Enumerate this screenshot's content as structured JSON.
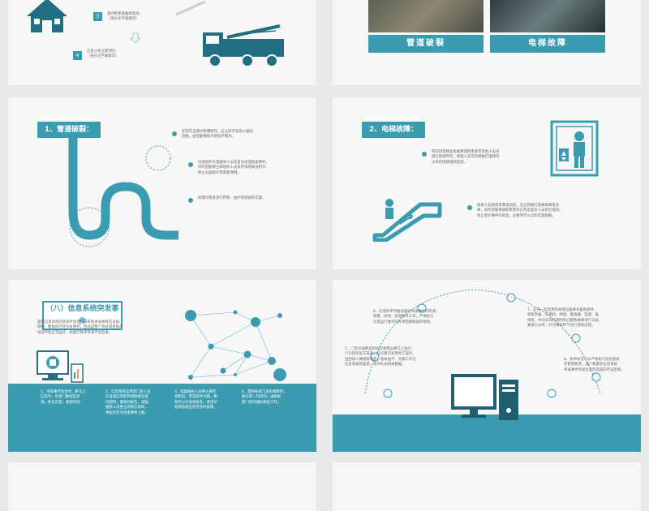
{
  "slide1": {
    "step3_num": "3",
    "step3_text": "及时把患者搬离现场，\n（部分文字被裁切）",
    "step4_num": "4",
    "step4_text": "应急小组立即到位：\n（部分文字被裁切）"
  },
  "slide2": {
    "label_pipe": "管道破裂",
    "label_elevator": "电梯故障"
  },
  "slide3": {
    "title": "1、管道破裂：",
    "p1": "在院内当遇水管爆裂时，应立即有发现人通知\n后勤，由后勤根据水管损坏情况。",
    "p2": "迅速组织水电维修人员及首先处理此类事件。\n同时后勤要立即组织人员及时清理掉溢积水，\n防止仪器损坏和患者滑倒。",
    "p3": "如需对患者进行转移，由护理部组织实施。"
  },
  "slide4": {
    "title": "2、电梯故障：",
    "p1": "院内因电梯发生故障而把患者或其他人员滞\n留在电梯内时，被困人员可直接拨打电梯内\n公布的电梯维修电话。",
    "p2": "值班人员接到求救电话后，应立即拨打电梯故障电话\n故，同时后勤要通知患者所在科室医务人员到达现场，\n防止意外事件的发生，必要时可以立即实施救助。"
  },
  "slide5": {
    "title": "（八）信息系统突发事件",
    "intro": "医院信息系统因系统环境变化或系统本身故障及设备、\n网络、数据损坏等突发事件，会造成整个系统或系统的\n局部不能正常运作，给医疗秩序带来不良后果。",
    "items": [
      "1、突发事件发生时，要马上\n应及时，各部门要相互协\n调，各负其责，紧密衔接。",
      "2、信息系统应用部门及人员\n在发现应用软件或数据出现\n问题时，要及时报告，电脑\n维修人员要立即到达现场，\n并配合作为突发事件上报。",
      "3、电脑维修人员要认真检\n查原因，若是软件问题，要\n及时与开发商联系，要求开\n发商按相应程序及时处理。",
      "4、遇到各部门发生故障时，\n要在第一时间内，由相关\n部门及时做好相应工作。"
    ]
  },
  "slide6": {
    "items": [
      "6、信息科平时要加强对突发事件的检测、\n预警，同时，处理事件工作，严格执行\n信息运行维护的各项措施和操作规程。",
      "7、应对一些常用的关键设备要有备用部件，\n如服务器、交换机、网线、集线器、电源、插\n线等，并对日常检测时的问题和故障进行记录，\n要进行分析，针对薄弱环节进行预防处理。",
      "5、门急诊收费员和住院收费员要马上运行，\n门诊药房处方发药，挂号暂可采用手工操作，\n住院病人要继续用药，基本医疗、常规工作在\n信息系统恢复后，及时补录相关数据。",
      "8、各单科室门诊严格执行信息系统\n的管理要求，减少和避免信息系统\n突发事件的发生及所造成的不良后果。"
    ]
  },
  "colors": {
    "accent": "#3b9bb0"
  }
}
